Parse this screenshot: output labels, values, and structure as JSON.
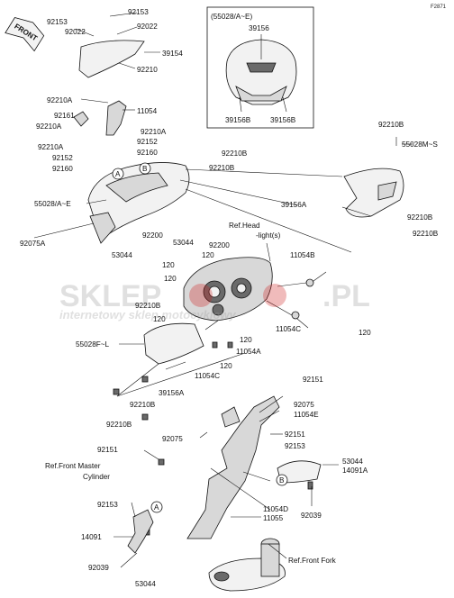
{
  "figure_code": "F2871",
  "direction_tag": "FRONT",
  "inset": {
    "title": "(55028/A~E)",
    "labels": [
      "39156",
      "39156B",
      "39156B"
    ]
  },
  "labels": {
    "l92153_top": "92153",
    "l92022_left": "92022",
    "l92022_right": "92022",
    "l92153_left": "92153",
    "l39154": "39154",
    "l92210_a": "92210",
    "l92210A_1": "92210A",
    "l11054_1": "11054",
    "l92161": "92161",
    "l92210A_2": "92210A",
    "l92210A_3": "92210A",
    "l92210A_4": "92210A",
    "l92152_1": "92152",
    "l92160_1": "92160",
    "l92152_2": "92152",
    "l92160_2": "92160",
    "l92210B_1": "92210B",
    "l92210B_2": "92210B",
    "l92210B_3": "92210B",
    "l55028MS": "55028M~S",
    "l55028AE": "55028/A~E",
    "l39156A_1": "39156A",
    "l92210B_4": "92210B",
    "l92210B_5": "92210B",
    "l92075A": "92075A",
    "l92200_1": "92200",
    "l53044_1": "53044",
    "l92200_2": "92200",
    "l120_1": "120",
    "l120_2": "120",
    "l53044_2": "53044",
    "l120_3": "120",
    "ref_head_1": "Ref.Head",
    "ref_head_2": "-light(s)",
    "l11054B": "11054B",
    "l92210B_6": "92210B",
    "l120_4": "120",
    "l11054C_1": "11054C",
    "l120_5": "120",
    "l120_6": "120",
    "l55028FL": "55028F~L",
    "l11054A": "11054A",
    "l120_7": "120",
    "l11054C_2": "11054C",
    "l92151_1": "92151",
    "l39156A_2": "39156A",
    "l92210B_7": "92210B",
    "l92210B_8": "92210B",
    "l92075_1": "92075",
    "l11054E": "11054E",
    "l92075_2": "92075",
    "l92151_2": "92151",
    "l92151_3": "92151",
    "l92153_2": "92153",
    "l53044_3": "53044",
    "l14091A": "14091A",
    "ref_master_1": "Ref.Front Master",
    "ref_master_2": "Cylinder",
    "l92153_3": "92153",
    "l92039_1": "92039",
    "l14091": "14091",
    "l11054D": "11054D",
    "l11055": "11055",
    "l92039_2": "92039",
    "ref_fork": "Ref.Front Fork",
    "l53044_4": "53044"
  },
  "callouts": {
    "a": "A",
    "b": "B"
  },
  "watermark": {
    "brand_left": "SKLEP",
    "brand_right": ".PL",
    "tagline": "internetowy sklep motocyklowy"
  }
}
